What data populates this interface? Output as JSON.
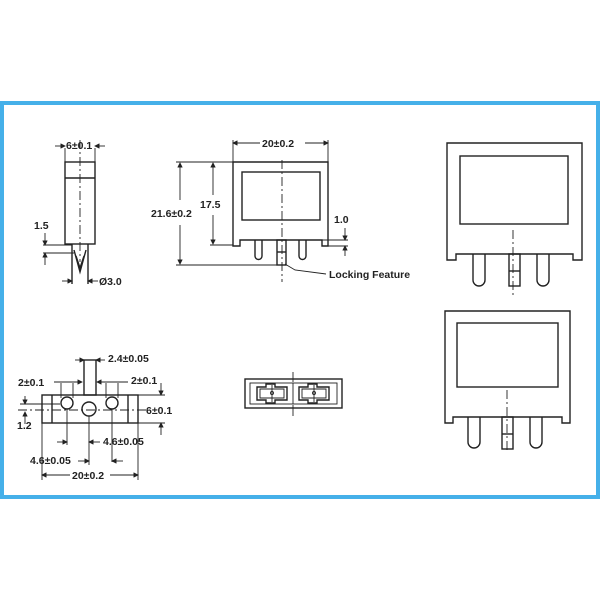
{
  "side_view": {
    "width_dim": "6±0.1",
    "offset_dim": "1.5",
    "pin_dia": "Ø3.0"
  },
  "front_view": {
    "width_dim": "20±0.2",
    "height_dim": "21.6±0.2",
    "body_height_dim": "17.5",
    "standoff_dim": "1.0",
    "locking_label": "Locking Feature"
  },
  "bottom_view": {
    "pin_dim": "2.4±0.05",
    "hole_left_dim": "2±0.1",
    "hole_right_dim": "2±0.1",
    "depth_dim": "6±0.1",
    "offset_dim": "1.2",
    "pitch_right_dim": "4.6±0.05",
    "pitch_left_dim": "4.6±0.05",
    "width_dim": "20±0.2"
  },
  "colors": {
    "frame": "#45b0e9"
  }
}
